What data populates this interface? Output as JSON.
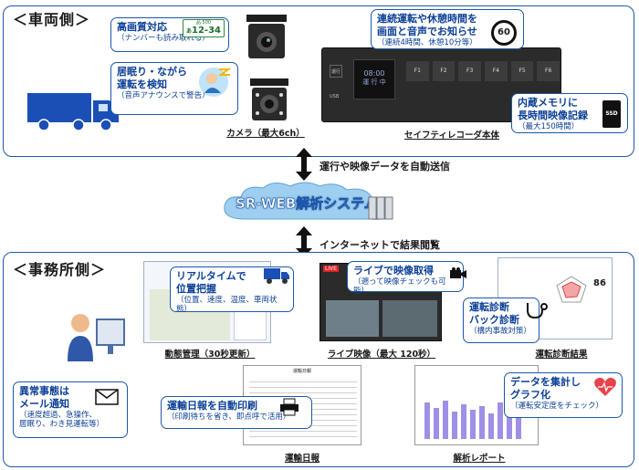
{
  "vehicle_side": {
    "title": "＜車両側＞",
    "callouts": {
      "hq": {
        "main": "高画質対応",
        "sub": "（ナンバーも読み取れる）"
      },
      "doze": {
        "main1": "居眠り・ながら",
        "main2": "運転を検知",
        "sub": "（音声アナウンスで警告）"
      },
      "cont": {
        "main1": "連続運転や休憩時間を",
        "main2": "画面と音声でお知らせ",
        "sub": "（連続4時間、休憩10分等）"
      },
      "mem": {
        "main1": "内蔵メモリに",
        "main2": "長時間映像記録",
        "sub": "（最大150時間）"
      }
    },
    "plate": {
      "top": "品 500",
      "num": "12-34",
      "kana": "あ"
    },
    "timer_text": "60",
    "ssd_text": "SSD",
    "camera_caption": "カメラ（最大6ch）",
    "recorder_caption": "セイフティレコーダ本体",
    "recorder": {
      "power_btn": "運行",
      "display_top": "08:00",
      "display_mid": "運 行 中",
      "f_buttons": [
        "F1",
        "F2",
        "F3",
        "F4",
        "F5",
        "F6"
      ],
      "usb": "USB"
    }
  },
  "center": {
    "upload_text": "運行や映像データを自動送信",
    "system_name": "SR-WEB解析システム",
    "internet_text": "インターネットで結果閲覧"
  },
  "office_side": {
    "title": "＜事務所側＞",
    "realtime": {
      "main1": "リアルタイムで",
      "main2": "位置把握",
      "sub": "（位置、速度、温度、車両状態）"
    },
    "live": {
      "main": "ライブで映像取得",
      "sub": "（遡って映像チェックも可能）"
    },
    "diag": {
      "main1": "運転診断",
      "main2": "バック診断",
      "sub": "（構内事故対策）"
    },
    "alert": {
      "main1": "異常事態は",
      "main2": "メール通知",
      "sub1": "（速度超過、急操作、",
      "sub2": "居眠り、わき見運転等）"
    },
    "daily": {
      "main": "運輸日報を自動印刷",
      "sub": "（印刷待ちを省き、即点呼で活用）"
    },
    "aggregate": {
      "main1": "データを集計し",
      "main2": "グラフ化",
      "sub": "（運転安定度をチェック）"
    },
    "captions": {
      "tracking": "動態管理（30秒更新）",
      "live_video": "ライブ映像（最大 120秒）",
      "diag_result": "運転診断結果",
      "daily_report": "運輸日報",
      "analysis": "解析レポート"
    },
    "score": "86",
    "live_tag": "LIVE",
    "report_title": "運輸日報"
  },
  "colors": {
    "accent": "#1d57a8",
    "callout_text": "#0b3f96",
    "heart": "#e8424a"
  }
}
